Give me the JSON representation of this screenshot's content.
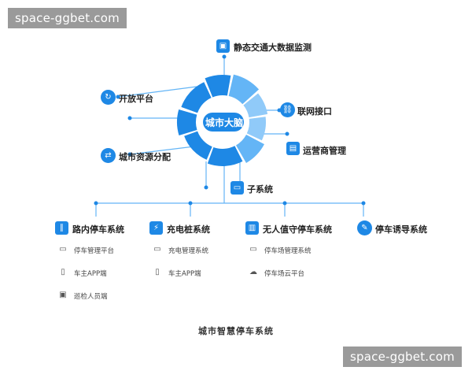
{
  "watermark": "space-ggbet.com",
  "hub": "城市大脑",
  "branches": {
    "static_traffic": "静态交通大数据监测",
    "open_platform": "开放平台",
    "network_interface": "联网接口",
    "resource_allocation": "城市资源分配",
    "operator_management": "运营商管理",
    "subsystem": "子系统"
  },
  "subsystems": [
    {
      "title": "路内停车系统",
      "items": [
        "停车管理平台",
        "车主APP端",
        "巡检人员端"
      ]
    },
    {
      "title": "充电桩系统",
      "items": [
        "充电管理系统",
        "车主APP端"
      ]
    },
    {
      "title": "无人值守停车系统",
      "items": [
        "停车场管理系统",
        "停车场云平台"
      ]
    },
    {
      "title": "停车诱导系统",
      "items": []
    }
  ],
  "footer": "城市智慧停车系统",
  "colors": {
    "accent": "#1e88e5",
    "light_accent": "#64b5f6",
    "pale_accent": "#90caf9"
  }
}
